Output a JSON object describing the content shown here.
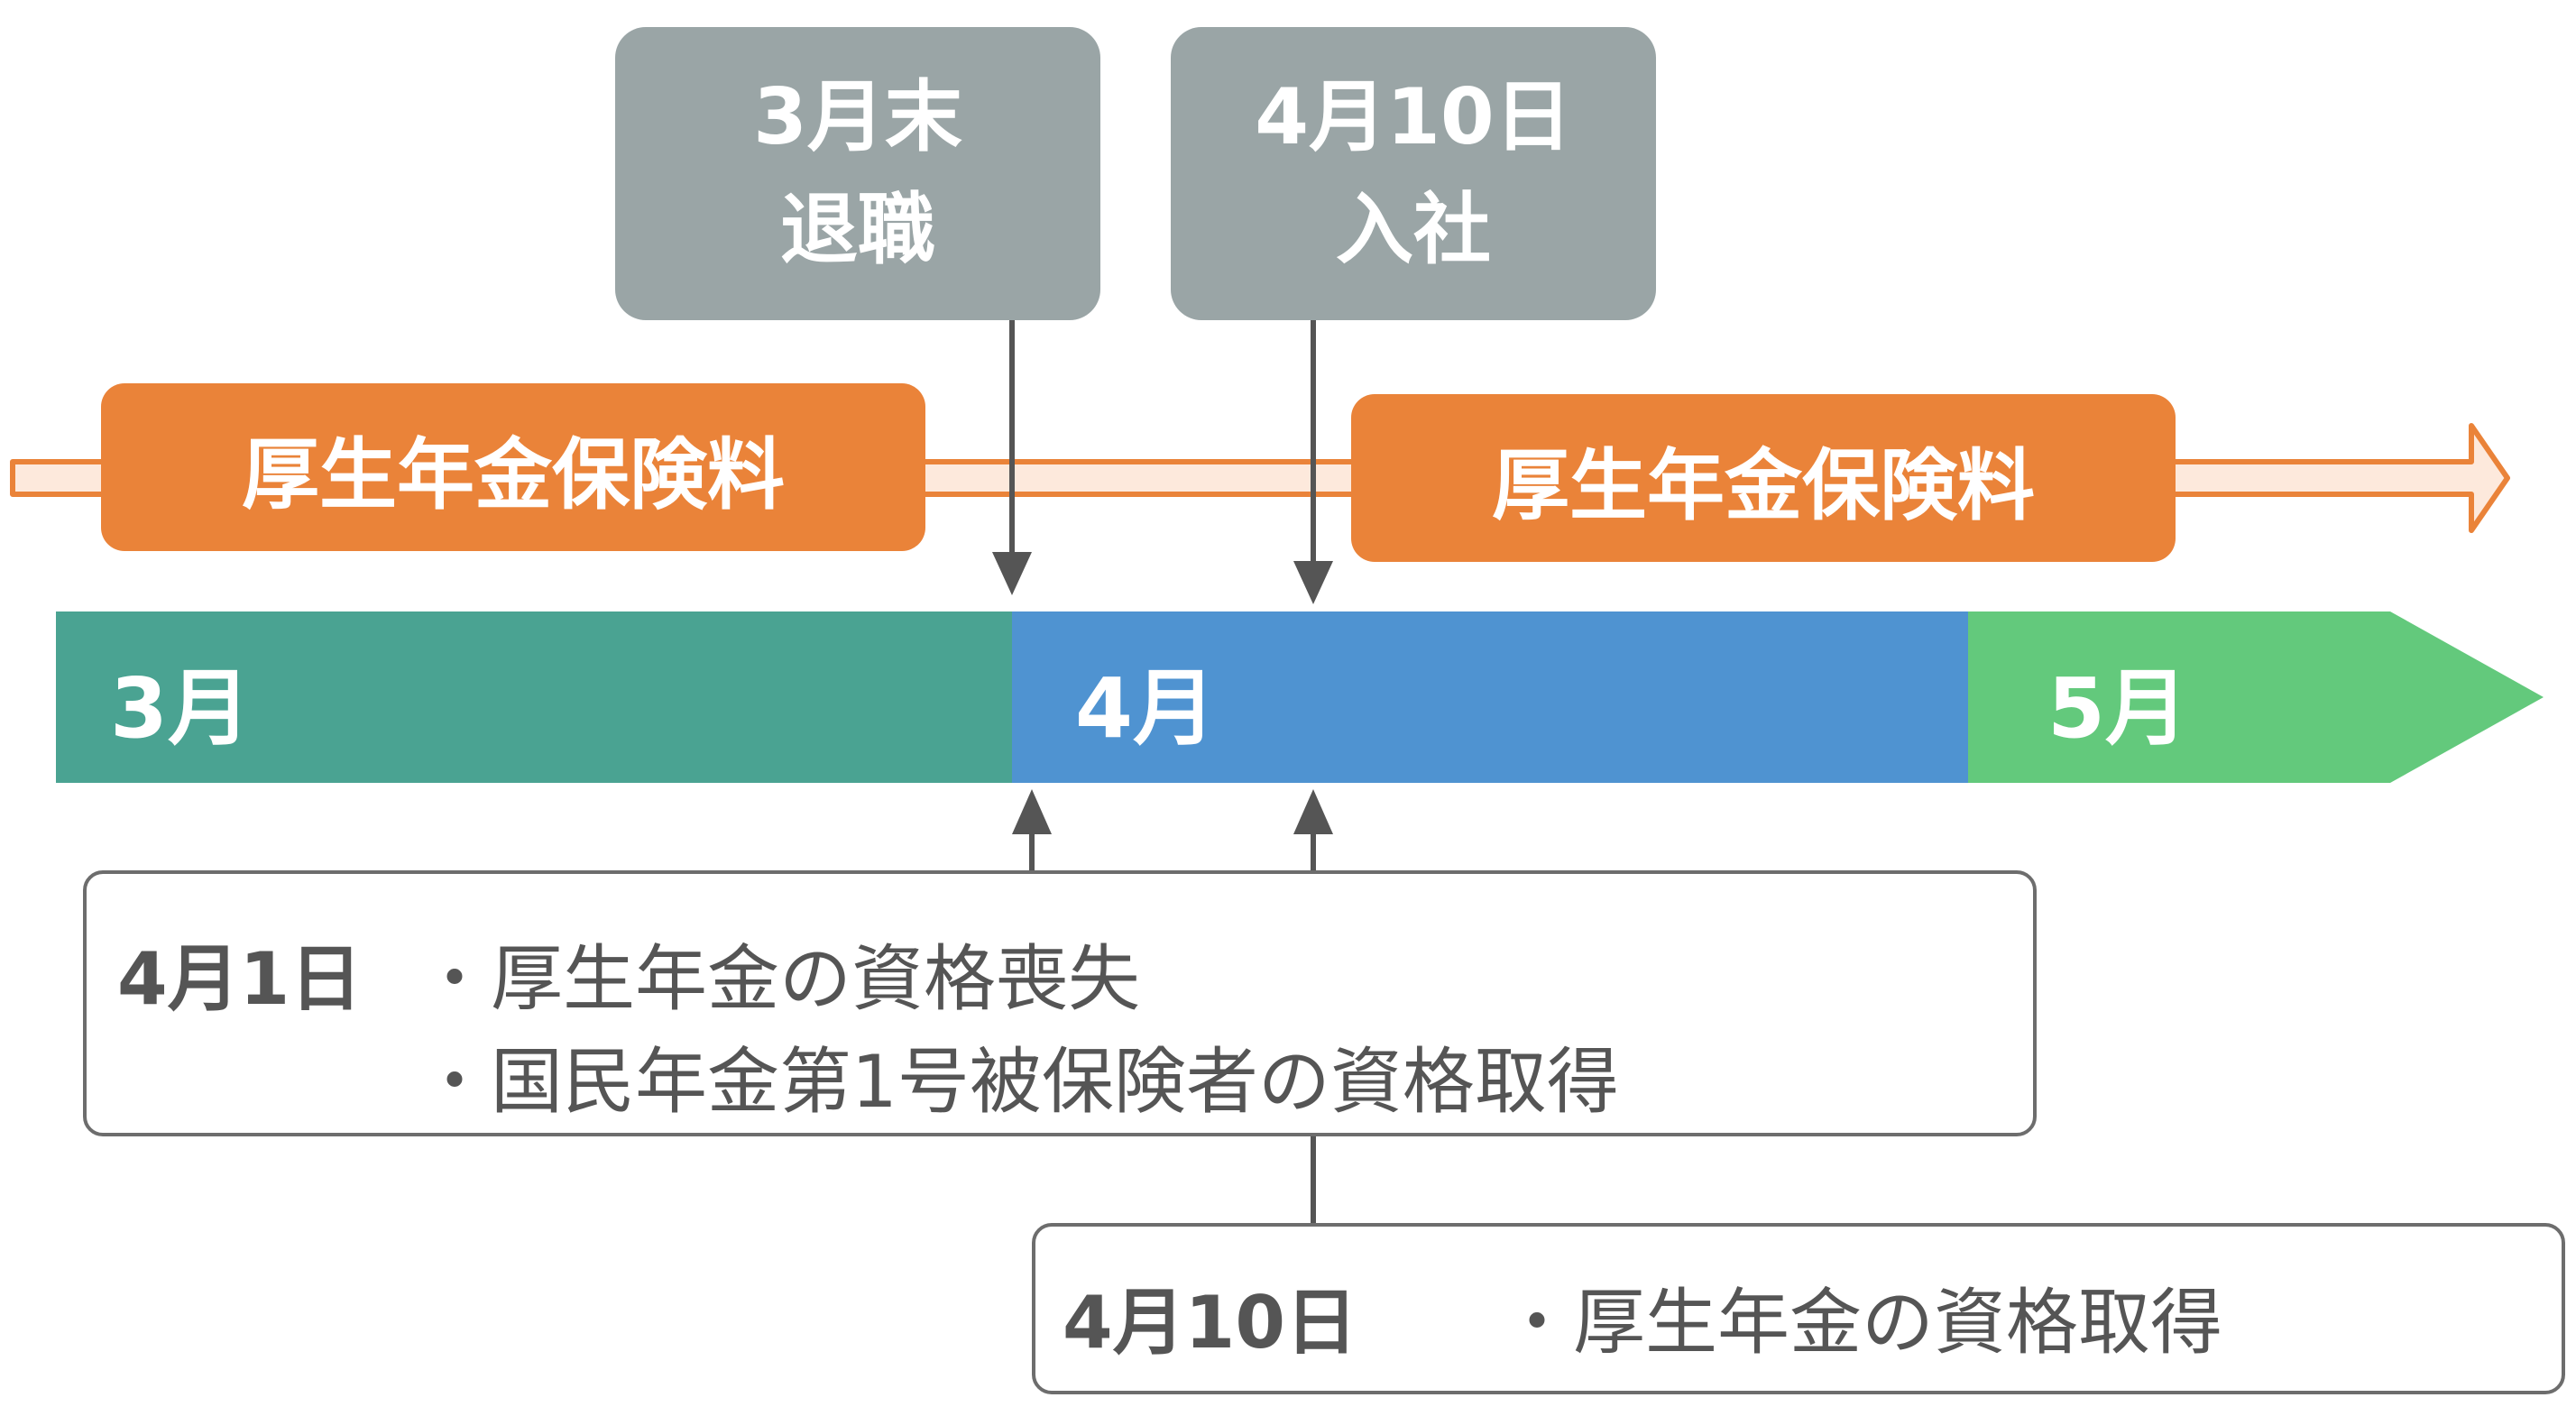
{
  "events": [
    {
      "line1": "3月末",
      "line2": "退職"
    },
    {
      "line1": "4月10日",
      "line2": "入社"
    }
  ],
  "premium_label": "厚生年金保険料",
  "months": [
    "3月",
    "4月",
    "5月"
  ],
  "box1": {
    "date": "4月1日",
    "items": [
      "・厚生年金の資格喪失",
      "・国民年金第1号被保険者の資格取得"
    ]
  },
  "box2": {
    "date": "4月10日",
    "items": [
      "・厚生年金の資格取得"
    ]
  },
  "colors": {
    "event_gray": "#9aa5a6",
    "premium_orange": "#ea8339",
    "timeline_light": "#fde9dc",
    "march_teal": "#4aa392",
    "april_blue": "#4f93d1",
    "may_green": "#63c97c",
    "connector": "#555555"
  }
}
